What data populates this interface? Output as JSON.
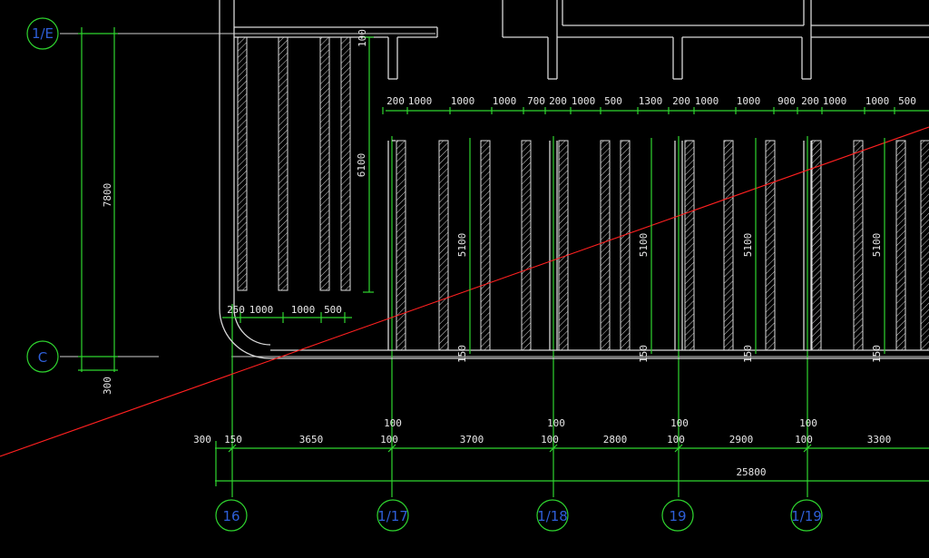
{
  "axes": {
    "left_top": "1/E",
    "left_bottom": "C",
    "bottom": [
      "16",
      "1/17",
      "1/18",
      "19",
      "1/19"
    ]
  },
  "colors": {
    "dimension": "#2fd52f",
    "wall": "#d8d8d8",
    "axis_text": "#2e5fd8",
    "cut_line": "#ff2020",
    "background": "#000000"
  },
  "dims": {
    "v_7800": "7800",
    "v_300": "300",
    "v_100_top": "100",
    "v_6100": "6100",
    "v_5100": [
      "5100",
      "5100",
      "5100",
      "5100"
    ],
    "v_150": [
      "150",
      "150",
      "150",
      "150"
    ],
    "top_row": [
      "200",
      "1000",
      "1000",
      "1000",
      "700",
      "200",
      "1000",
      "500",
      "1300",
      "200",
      "1000",
      "1000",
      "900",
      "200",
      "1000",
      "1000",
      "500"
    ],
    "left_row": [
      "250",
      "1000",
      "1000",
      "500"
    ],
    "bottom_100s_top": [
      "100",
      "100",
      "100",
      "100"
    ],
    "bottom_row": [
      "300",
      "150",
      "3650",
      "100",
      "3700",
      "100",
      "2800",
      "100",
      "2900",
      "100",
      "3300"
    ],
    "total": "25800"
  }
}
